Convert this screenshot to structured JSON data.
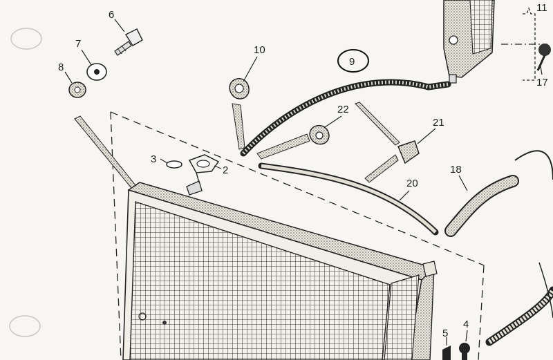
{
  "diagram": {
    "callouts": {
      "c1": "11",
      "c2": "17",
      "c3": "10",
      "c4": "9",
      "c5": "6",
      "c6": "7",
      "c7": "8",
      "c8": "22",
      "c9": "21",
      "c10": "3",
      "c11": "2",
      "c12": "20",
      "c13": "18",
      "c14": "5",
      "c15": "4"
    },
    "highlighted_callout": "9"
  }
}
